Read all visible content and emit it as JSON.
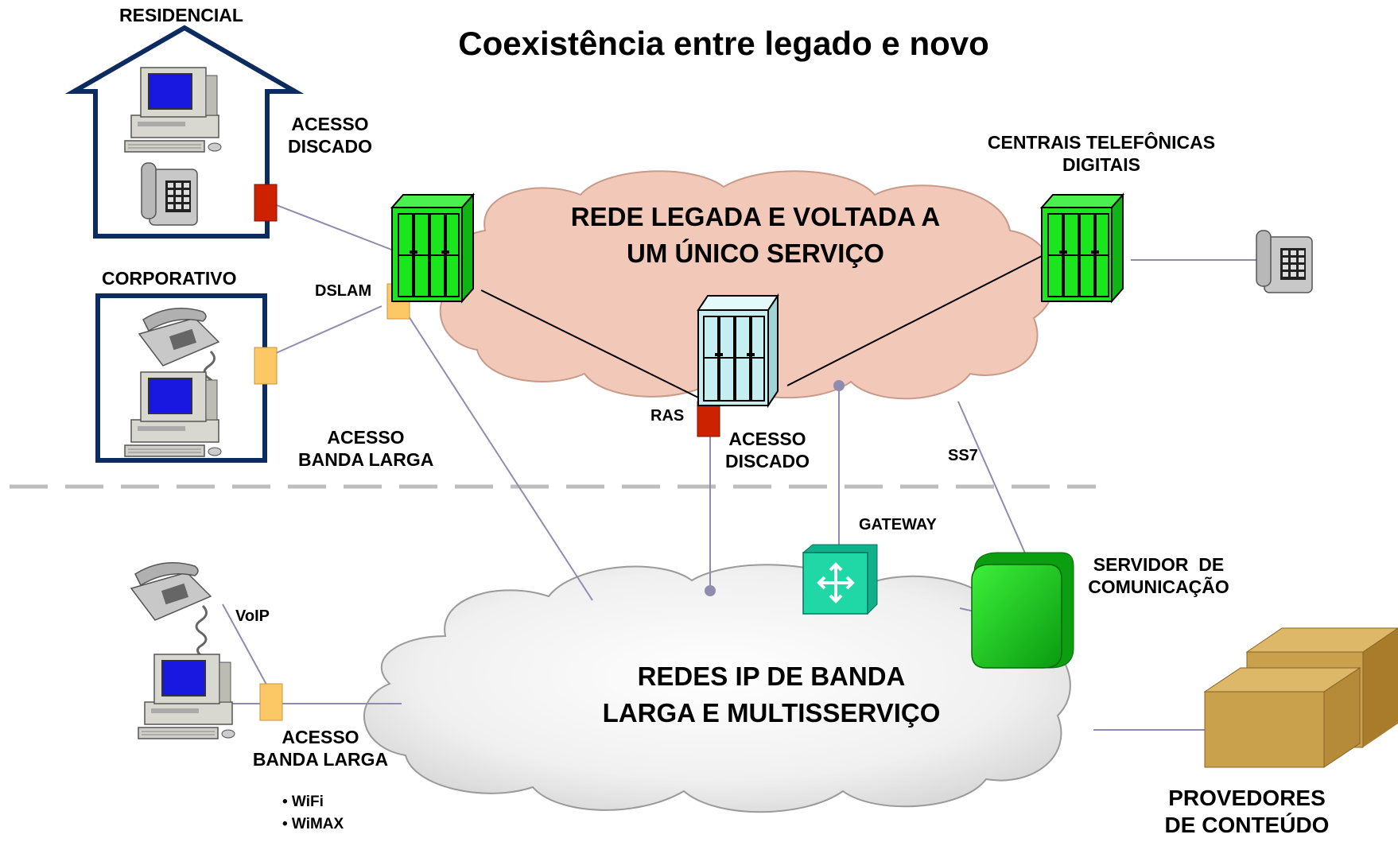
{
  "title": "Coexistência entre legado e novo",
  "residential": "RESIDENCIAL",
  "corporate": "CORPORATIVO",
  "dial_access_top": [
    "ACESSO",
    "DISCADO"
  ],
  "dslam": "DSLAM",
  "broadband_access_left": [
    "ACESSO",
    "BANDA LARGA"
  ],
  "legacy_cloud": [
    "REDE LEGADA E VOLTADA A",
    "UM ÚNICO SERVIÇO"
  ],
  "exchanges": [
    "CENTRAIS TELEFÔNICAS",
    "DIGITAIS"
  ],
  "ras": "RAS",
  "dial_access_mid": [
    "ACESSO",
    "DISCADO"
  ],
  "ss7": "SS7",
  "gateway": "GATEWAY",
  "comm_server": [
    "SERVIDOR  DE",
    "COMUNICAÇÃO"
  ],
  "voip": "VoIP",
  "ip_cloud": [
    "REDES IP DE BANDA",
    "LARGA E MULTISSERVIÇO"
  ],
  "broadband_access_bottom": [
    "ACESSO",
    "BANDA LARGA"
  ],
  "wireless": [
    "• WiFi",
    "• WiMAX"
  ],
  "content_providers": [
    "PROVEDORES",
    "DE CONTEÚDO"
  ],
  "colors": {
    "legacy_cloud": "#f2c8b8",
    "ip_cloud": "#f0f0f0",
    "switch_green": "#19e61d",
    "ras_cyan": "#c4eeef",
    "dial_modem_red": "#cc2200",
    "broadband_modem_yellow": "#fcc865",
    "building_outline": "#0c2b5e",
    "link_line": "#8f8cb0",
    "gateway_teal": "#1fd8a6",
    "box_tan": "#c9a04c"
  }
}
